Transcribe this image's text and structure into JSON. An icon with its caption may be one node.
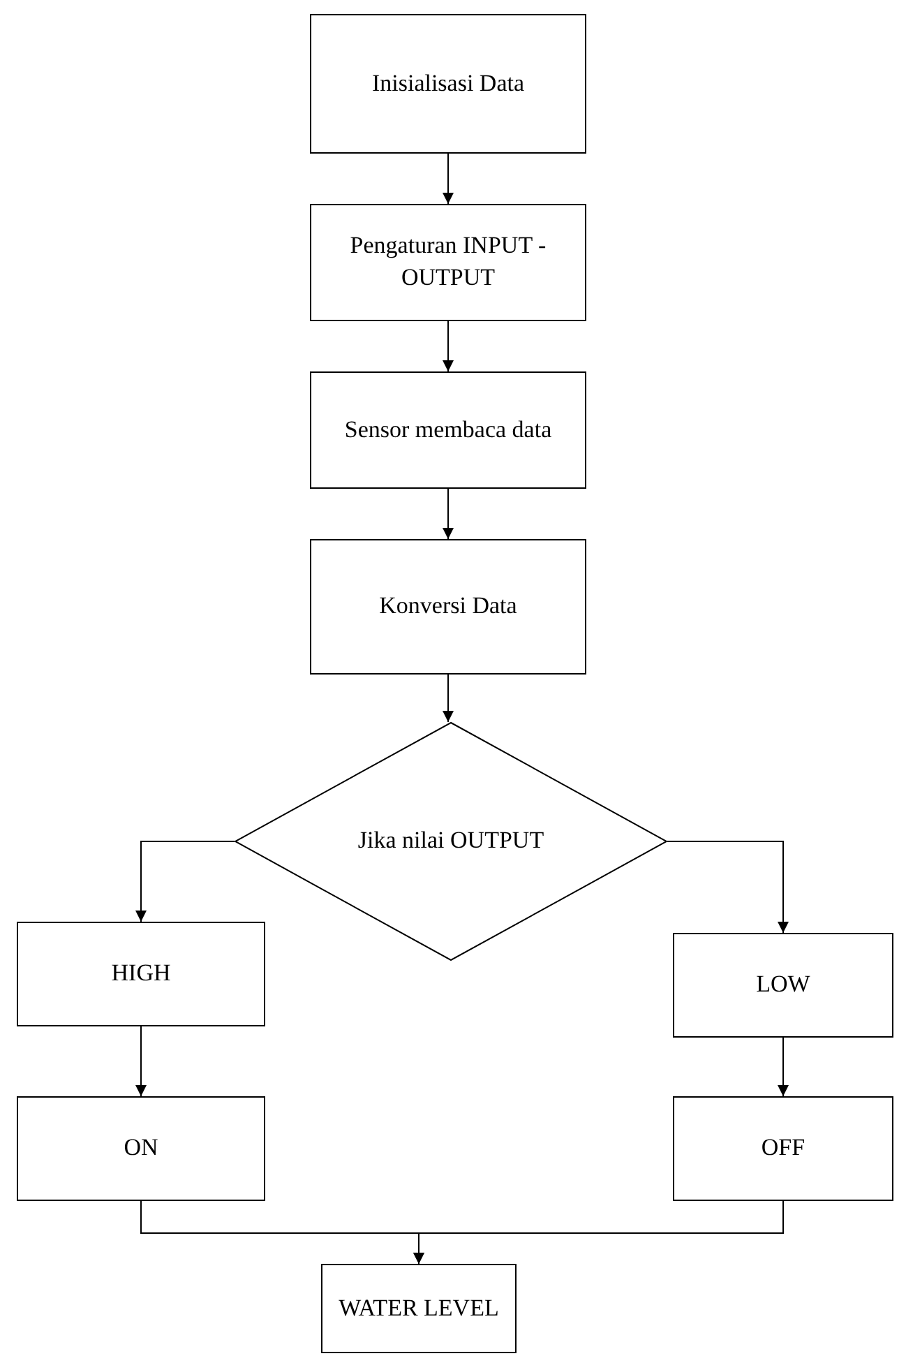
{
  "diagram": {
    "nodes": [
      {
        "text": [
          "Inisialisasi Data"
        ]
      },
      {
        "text": [
          "Pengaturan INPUT - OUTPUT"
        ]
      },
      {
        "text": [
          "Sensor membaca data"
        ]
      },
      {
        "text": [
          "Konversi Data"
        ]
      },
      {
        "text": [
          "Jika nilai OUTPUT"
        ]
      },
      {
        "text": [
          "HIGH"
        ]
      },
      {
        "text": [
          "LOW"
        ]
      },
      {
        "text": [
          "ON"
        ]
      },
      {
        "text": [
          "OFF"
        ]
      },
      {
        "text": [
          "WATER LEVEL"
        ]
      }
    ],
    "edges": [
      {
        "from": 0,
        "to": 1,
        "arrow": "to"
      },
      {
        "from": 1,
        "to": 2,
        "arrow": "to"
      },
      {
        "from": 2,
        "to": 3,
        "arrow": "to"
      },
      {
        "from": 3,
        "to": 4,
        "arrow": "to"
      },
      {
        "from": 4,
        "to": 5,
        "arrow": "to"
      },
      {
        "from": 4,
        "to": 6,
        "arrow": "to"
      },
      {
        "from": 5,
        "to": 7,
        "arrow": "to"
      },
      {
        "from": 6,
        "to": 8,
        "arrow": "to"
      },
      {
        "from": 7,
        "to": 9,
        "arrow": "to"
      },
      {
        "from": 8,
        "to": 9,
        "arrow": "to"
      }
    ]
  }
}
